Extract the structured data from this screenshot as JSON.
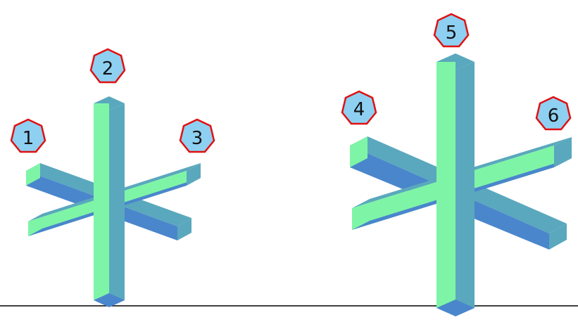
{
  "labels": [
    "1",
    "2",
    "3",
    "4",
    "5",
    "6"
  ],
  "colors": {
    "face_light": "#7ef5a6",
    "face_teal": "#5aa8bd",
    "face_blue": "#4a86cc",
    "badge_fill": "#8ed0f2",
    "badge_stroke": "#e01010",
    "ground_line": "#000000"
  }
}
